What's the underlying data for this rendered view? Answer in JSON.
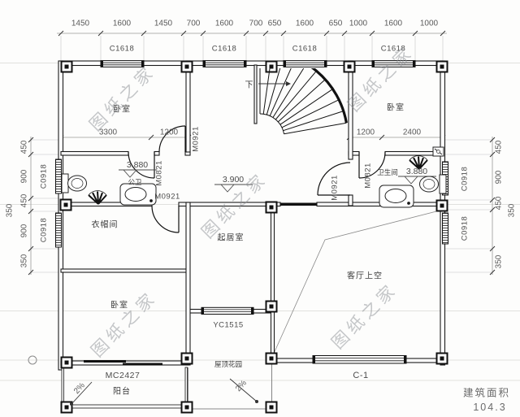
{
  "watermark": {
    "text": "图纸之家"
  },
  "dimensions": {
    "top": [
      "1450",
      "1600",
      "1450",
      "700",
      "1600",
      "700",
      "650",
      "1600",
      "650",
      "1000",
      "1600",
      "1000"
    ],
    "left": [
      "450",
      "900",
      "450",
      "900",
      "350"
    ],
    "left_outer": "350",
    "right": [
      "450",
      "900",
      "450",
      "350"
    ],
    "right_outer": "350",
    "room_left": [
      "3300",
      "1200"
    ],
    "room_right": [
      "1200",
      "2400"
    ]
  },
  "windows": {
    "c1618": [
      "C1618",
      "C1618",
      "C1618",
      "C1618"
    ],
    "c0918_left": [
      "C0918",
      "C0918"
    ],
    "c0918_right": [
      "C0918",
      "C0918"
    ],
    "yc1515": "YC1515",
    "c1": "C-1",
    "mc2427": "MC2427"
  },
  "doors": {
    "bedroom_left": "M0921",
    "bath_left": "M0821",
    "center": "M0921",
    "hall_right": "M0921",
    "bath_right": "M0821"
  },
  "rooms": {
    "bedroom_top_left": "卧室",
    "bedroom_top_right": "卧室",
    "bedroom_bottom_left": "卧室",
    "cloakroom": "衣帽间",
    "living": "起居室",
    "public_bath": "公卫",
    "bathroom": "卫生间",
    "void_over_living": "客厅上空",
    "balcony": "阳台",
    "roof_garden": "屋顶花园"
  },
  "levels": {
    "bath_left": "3.880",
    "living": "3.900",
    "bath_right": "3.880"
  },
  "stair": {
    "down": "下"
  },
  "slopes": [
    "2%",
    "2%"
  ],
  "area": {
    "label": "建筑面积",
    "value": "104.3"
  }
}
